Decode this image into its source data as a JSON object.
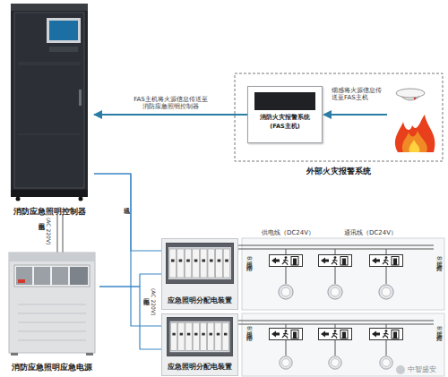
{
  "diagram": {
    "nodes": [
      {
        "text": [
          "消防应急照明控制器"
        ]
      },
      {
        "text": [
          "外部火灾报警系统"
        ]
      },
      {
        "text": [
          "消防火灾报警系统",
          "(FAS主机)"
        ],
        "in": 1
      },
      {
        "text": [
          "消防应急照明应急电源"
        ]
      },
      {
        "text": [
          "应急照明分配电装置"
        ]
      },
      {
        "text": [
          "应急照明分配电装置"
        ]
      }
    ],
    "edges": [
      {
        "from": 2,
        "to": 0,
        "arrow": "to",
        "label": "FAS主机将火源信息传送至消防应急照明控制器"
      },
      {
        "from": 0,
        "to": 4,
        "arrow": "none"
      },
      {
        "from": 0,
        "to": 5,
        "arrow": "none"
      },
      {
        "from": 3,
        "to": 4,
        "arrow": "none"
      },
      {
        "from": 3,
        "to": 5,
        "arrow": "none"
      }
    ],
    "labels": [
      "烟感将火源信息传送至FAS主机",
      "主电电源回路",
      "(AC 220V)",
      "通讯线",
      "备电回路",
      "(AC 220V)",
      "供电线（DC24V）",
      "通讯线（DC24V）",
      "可接8个回路",
      "可接8个灯具",
      "可接8个回路",
      "可接8个灯具",
      "中智盛安"
    ]
  }
}
